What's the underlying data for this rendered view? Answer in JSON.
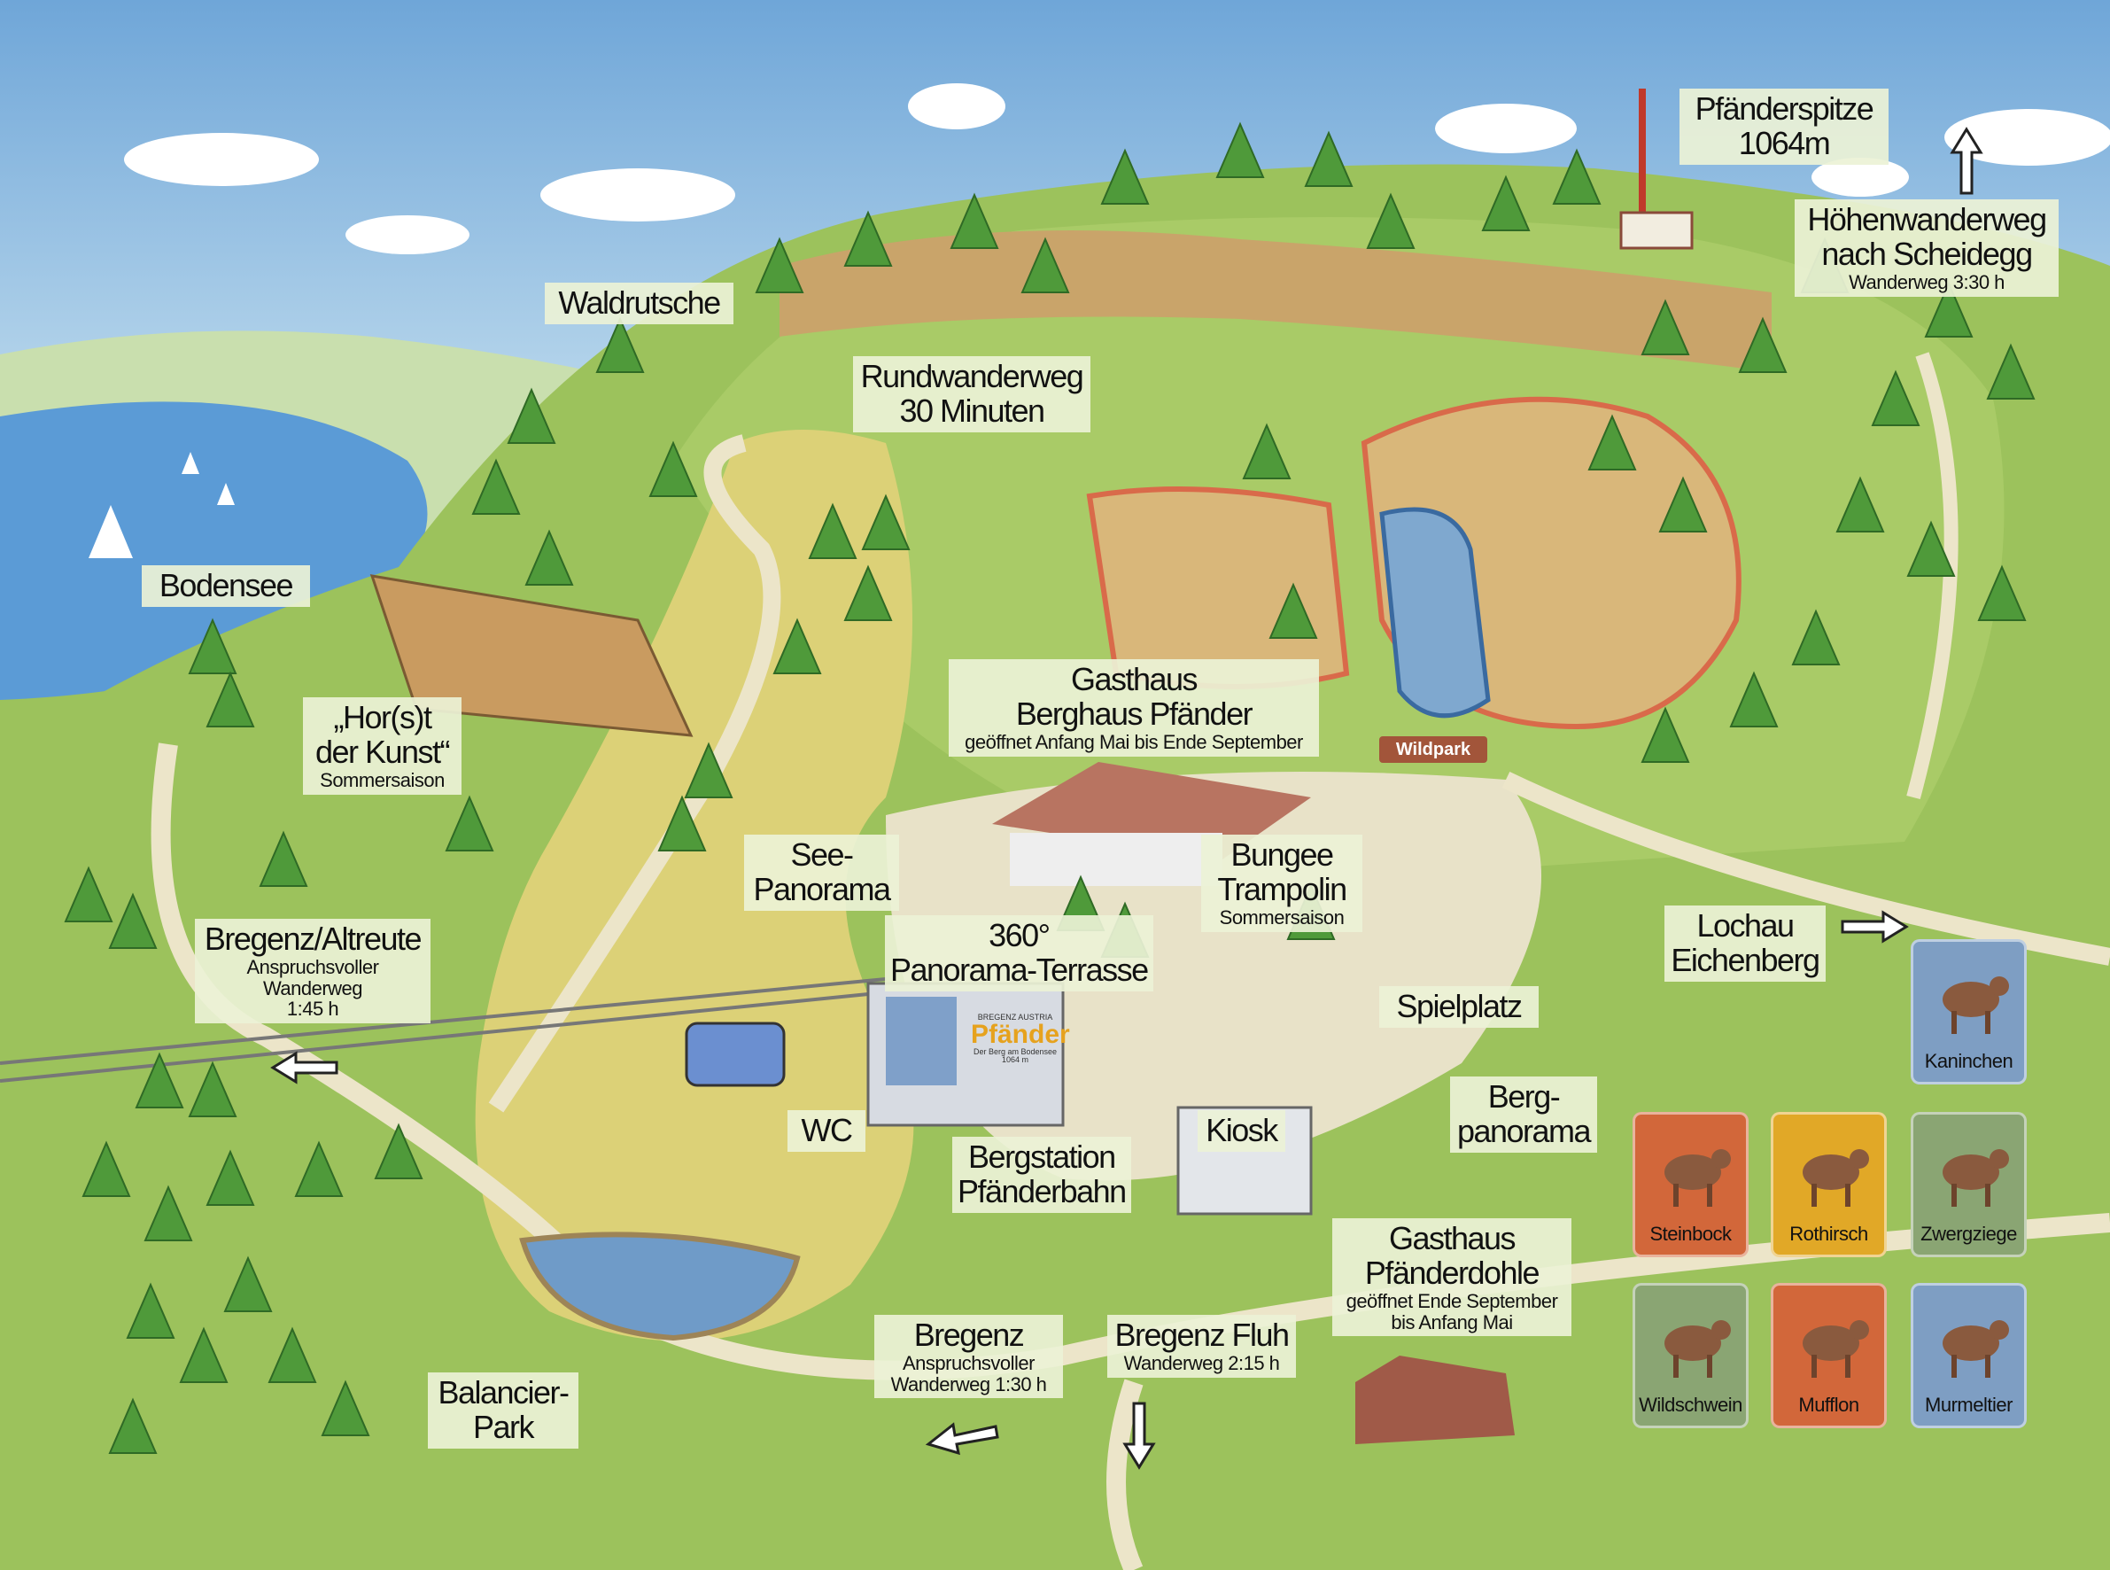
{
  "labels": {
    "pfaenderspitze": {
      "title": "Pfänderspitze",
      "sub": "1064m"
    },
    "hoehenwanderweg": {
      "title1": "Höhenwanderweg",
      "title2": "nach Scheidegg",
      "sub": "Wanderweg 3:30 h"
    },
    "waldrutsche": "Waldrutsche",
    "rundwanderweg": {
      "title": "Rundwanderweg",
      "sub": "30 Minuten"
    },
    "bodensee": "Bodensee",
    "horst_der_kunst": {
      "title1": "„Hor(s)t",
      "title2": "der Kunst“",
      "sub": "Sommersaison"
    },
    "berghaus": {
      "title1": "Gasthaus",
      "title2": "Berghaus Pfänder",
      "sub": "geöffnet Anfang Mai bis Ende September"
    },
    "wildpark": "Wildpark",
    "see_panorama": {
      "title1": "See-",
      "title2": "Panorama"
    },
    "bungee": {
      "title1": "Bungee",
      "title2": "Trampolin",
      "sub": "Sommersaison"
    },
    "lochau": {
      "title1": "Lochau",
      "title2": "Eichenberg"
    },
    "panorama_terrasse": {
      "title1": "360°",
      "title2": "Panorama-Terrasse"
    },
    "bregenz_altreute": {
      "title": "Bregenz/Altreute",
      "sub1": "Anspruchsvoller",
      "sub2": "Wanderweg",
      "sub3": "1:45 h"
    },
    "spielplatz": "Spielplatz",
    "wc": "WC",
    "kiosk": "Kiosk",
    "bergstation": {
      "title1": "Bergstation",
      "title2": "Pfänderbahn"
    },
    "berg_panorama": {
      "title1": "Berg-",
      "title2": "panorama"
    },
    "pfaenderdohle": {
      "title1": "Gasthaus",
      "title2": "Pfänderdohle",
      "sub1": "geöffnet Ende September",
      "sub2": "bis Anfang Mai"
    },
    "bregenz": {
      "title": "Bregenz",
      "sub1": "Anspruchsvoller",
      "sub2": "Wanderweg 1:30 h"
    },
    "bregenz_fluh": {
      "title": "Bregenz Fluh",
      "sub": "Wanderweg 2:15 h"
    },
    "balancier_park": {
      "title1": "Balancier-",
      "title2": "Park"
    }
  },
  "logo": {
    "brand": "Pfänder",
    "tagline": "Der Berg am Bodensee",
    "region": "BREGENZ AUSTRIA",
    "height": "1064 m"
  },
  "legend": [
    {
      "name": "Kaninchen",
      "color": "#7e9ec3",
      "icon": "rabbit-icon"
    },
    {
      "name": "Steinbock",
      "color": "#d2673a",
      "icon": "ibex-icon"
    },
    {
      "name": "Rothirsch",
      "color": "#e1a827",
      "icon": "red-deer-icon"
    },
    {
      "name": "Zwergziege",
      "color": "#8aa573",
      "icon": "dwarf-goat-icon"
    },
    {
      "name": "Wildschwein",
      "color": "#8aa573",
      "icon": "wild-boar-icon"
    },
    {
      "name": "Mufflon",
      "color": "#d2673a",
      "icon": "mouflon-icon"
    },
    {
      "name": "Murmeltier",
      "color": "#7e9ec3",
      "icon": "marmot-icon"
    }
  ]
}
